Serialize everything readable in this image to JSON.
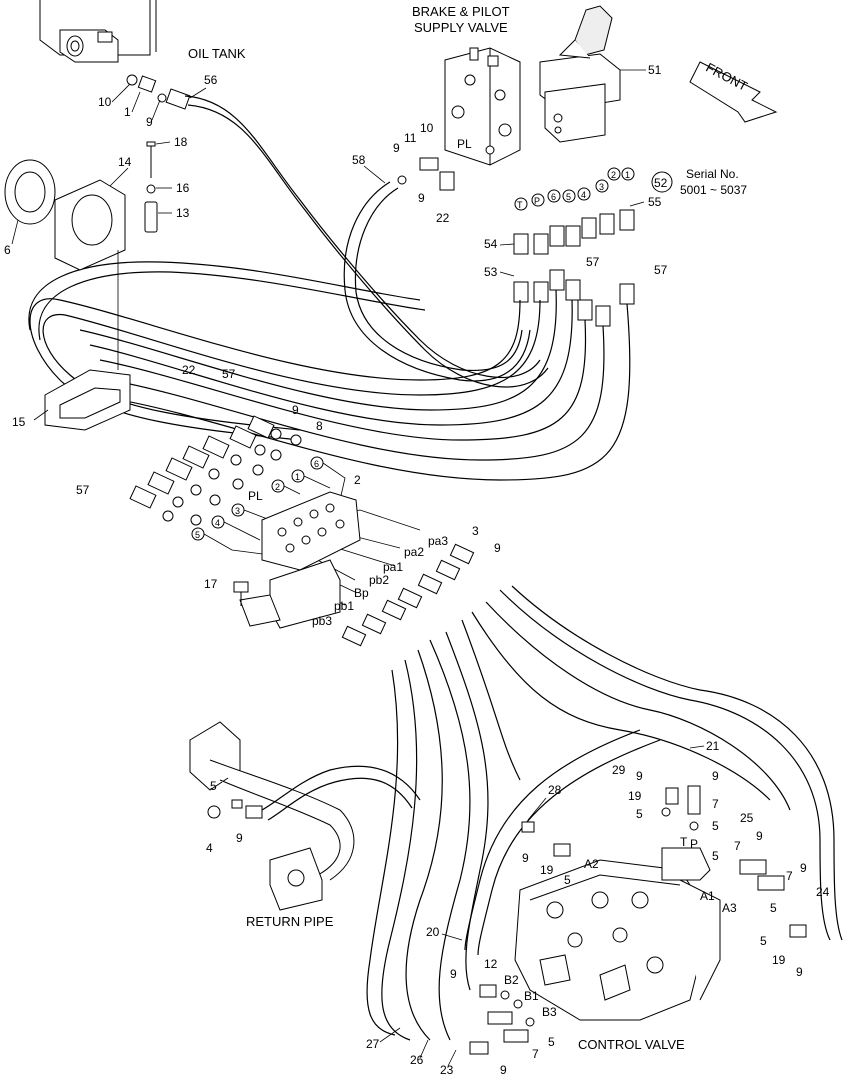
{
  "titles": {
    "oil_tank": "OIL TANK",
    "brake_pilot_1": "BRAKE & PILOT",
    "brake_pilot_2": "SUPPLY VALVE",
    "front": "FRONT",
    "return_pipe": "RETURN PIPE",
    "control_valve": "CONTROL VALVE",
    "serial_1": "Serial No.",
    "serial_2": "5001 ~ 5037"
  },
  "port_labels": {
    "PL_top": "PL",
    "PL_mid": "PL",
    "pa3": "pa3",
    "pa2": "pa2",
    "pa1": "pa1",
    "pb2": "pb2",
    "Bp": "Bp",
    "pb1": "pb1",
    "pb3": "pb3",
    "A2": "A2",
    "A1": "A1",
    "A3": "A3",
    "B2": "B2",
    "B1": "B1",
    "B3": "B3",
    "T": "T",
    "P": "P"
  },
  "circled": {
    "c52": "52",
    "cT": "T",
    "cP": "P",
    "c6": "6",
    "c5": "5",
    "c4": "4",
    "c3": "3",
    "c2": "2",
    "c1": "1",
    "m6": "6",
    "m1": "1",
    "m2": "2",
    "m3": "3",
    "m4": "4",
    "m5": "5"
  },
  "callouts": [
    "10",
    "1",
    "9",
    "56",
    "18",
    "14",
    "16",
    "13",
    "6",
    "51",
    "10",
    "11",
    "9",
    "58",
    "9",
    "22",
    "55",
    "54",
    "53",
    "57",
    "57",
    "15",
    "22",
    "57",
    "9",
    "8",
    "57",
    "2",
    "3",
    "9",
    "17",
    "21",
    "29",
    "9",
    "9",
    "19",
    "7",
    "28",
    "5",
    "5",
    "25",
    "9",
    "9",
    "19",
    "5",
    "5",
    "7",
    "9",
    "24",
    "7",
    "5",
    "5",
    "4",
    "9",
    "20",
    "9",
    "12",
    "5",
    "19",
    "9",
    "27",
    "26",
    "23",
    "9",
    "7",
    "5"
  ]
}
